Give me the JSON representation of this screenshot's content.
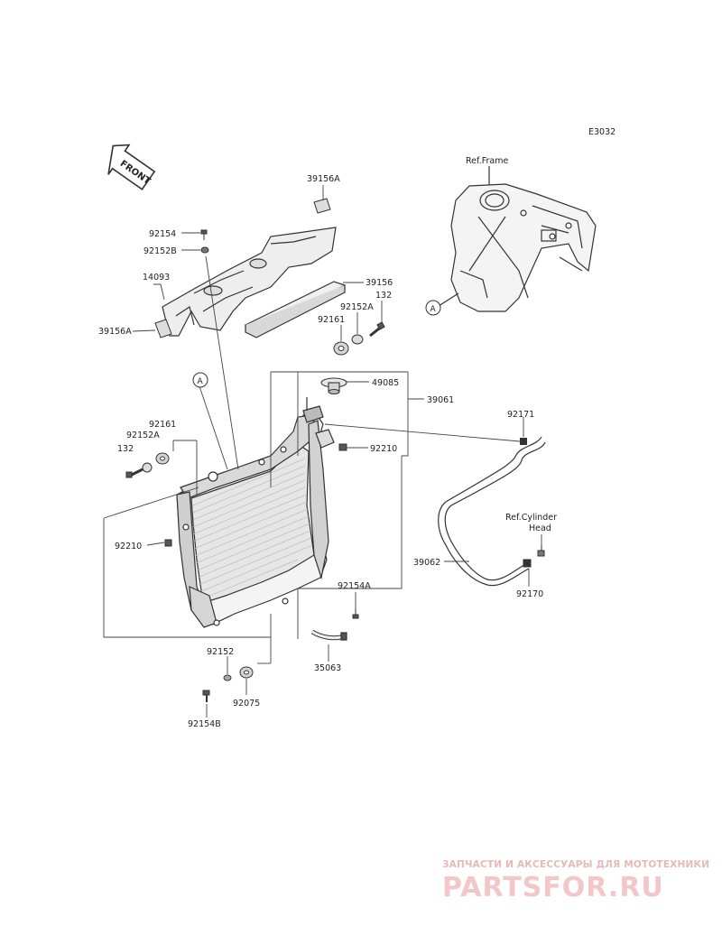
{
  "diagram": {
    "code": "E3032",
    "front_label": "FRONT",
    "ref_frame": "Ref.Frame",
    "ref_cylinder_line1": "Ref.Cylinder",
    "ref_cylinder_line2": "Head",
    "callout_a": "A"
  },
  "parts": {
    "p39156A_top": "39156A",
    "p92154_top": "92154",
    "p92152B_top": "92152B",
    "p14093": "14093",
    "p39156": "39156",
    "p132_right": "132",
    "p92152A_right": "92152A",
    "p92161_right": "92161",
    "p39156A_left": "39156A",
    "p49085": "49085",
    "p39061": "39061",
    "p92210_right": "92210",
    "p92161_left": "92161",
    "p92152A_left": "92152A",
    "p132_left": "132",
    "p92210_left": "92210",
    "p92171": "92171",
    "p39062": "39062",
    "p92170": "92170",
    "p92154A": "92154A",
    "p35063": "35063",
    "p92152_bottom": "92152",
    "p92075": "92075",
    "p92154B_bottom": "92154B"
  },
  "watermark": {
    "tagline": "ЗАПЧАСТИ И АКСЕССУАРЫ ДЛЯ МОТОТЕХНИКИ",
    "logo": "PARTSFOR.RU"
  },
  "colors": {
    "line": "#333333",
    "part_fill": "#e4e4e4",
    "part_dark": "#9a9a9a",
    "watermark": "#f0c0c0"
  }
}
